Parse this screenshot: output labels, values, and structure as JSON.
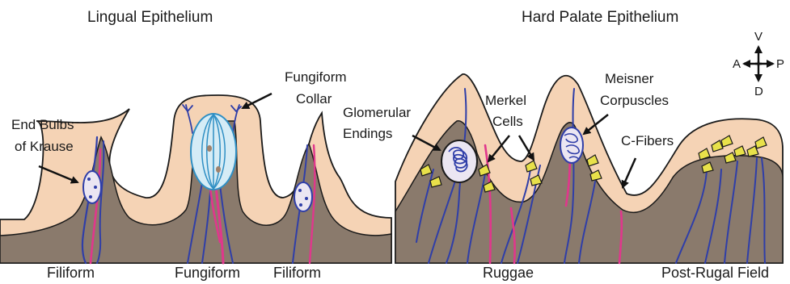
{
  "panels": {
    "lingual": {
      "title": "Lingual Epithelium",
      "callouts": {
        "end_bulbs_line1": "End Bulbs",
        "end_bulbs_line2": "of Krause",
        "fungiform_collar_line1": "Fungiform",
        "fungiform_collar_line2": "Collar"
      },
      "bottom_labels": [
        "Filiform",
        "Fungiform",
        "Filiform"
      ]
    },
    "hard_palate": {
      "title": "Hard Palate Epithelium",
      "callouts": {
        "glomerular_line1": "Glomerular",
        "glomerular_line2": "Endings",
        "merkel_line1": "Merkel",
        "merkel_line2": "Cells",
        "meisner_line1": "Meisner",
        "meisner_line2": "Corpuscles",
        "c_fibers": "C-Fibers"
      },
      "bottom_labels": [
        "Ruggae",
        "Post-Rugal Field"
      ]
    }
  },
  "compass": {
    "up": "V",
    "down": "D",
    "left": "A",
    "right": "P"
  },
  "colors": {
    "epithelium": "#f5d3b5",
    "dermis": "#8a7a6c",
    "nerve_blue": "#2f3ea8",
    "c_fiber_pink": "#e0378c",
    "merkel_yellow": "#e8e14a",
    "corpuscle_fill": "#ebe6f2",
    "fungiform_bulb": "#d5ecf6",
    "outline": "#1a1a1a"
  }
}
